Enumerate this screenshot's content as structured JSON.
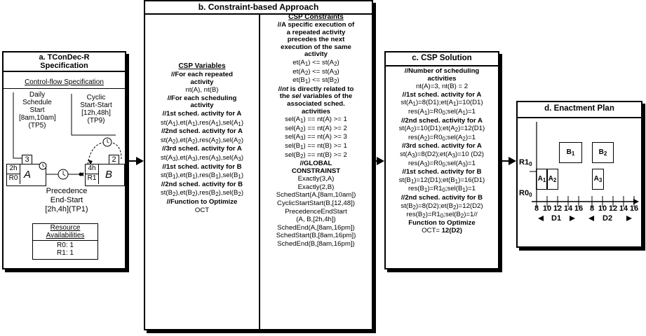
{
  "panel_a": {
    "title_line1": "a. TConDec-R",
    "title_line2": "Specification",
    "subtitle": "Control-flow Specification",
    "daily": [
      "Daily",
      "Schedule",
      "Start",
      "[8am,10am]",
      "(TP5)"
    ],
    "cyclic": [
      "Cyclic",
      "Start-Start",
      "[12h,48h]",
      "(TP9)"
    ],
    "precedence": [
      "Precedence",
      "End-Start",
      "[2h,4h](TP1)"
    ],
    "activity_a": "A",
    "activity_b": "B",
    "count_a": "3",
    "count_b": "2",
    "dur_a": "2h",
    "res_a": "R0",
    "dur_b": "4h",
    "res_b": "R1",
    "resource_title": [
      "Resource",
      "Availabilities"
    ],
    "resource_rows": [
      "R0: 1",
      "R1: 1"
    ]
  },
  "panel_b": {
    "title": "b. Constraint-based Approach",
    "vars_title": "CSP Variables",
    "constraints_title": "CSP Constraints"
  },
  "panel_c": {
    "title": "c. CSP Solution"
  },
  "panel_d": {
    "title": "d. Enactment Plan",
    "row_r1": "R1",
    "row_r0": "R0",
    "row_sub": "0",
    "bars": [
      {
        "label": "B",
        "sub": "1"
      },
      {
        "label": "B",
        "sub": "2"
      },
      {
        "label": "A",
        "sub": "1"
      },
      {
        "label": "A",
        "sub": "2"
      },
      {
        "label": "A",
        "sub": "3"
      }
    ],
    "ticks": [
      "8",
      "10",
      "12",
      "14",
      "16",
      "8",
      "10",
      "12",
      "14",
      "16"
    ],
    "day1": "D1",
    "day2": "D2"
  }
}
